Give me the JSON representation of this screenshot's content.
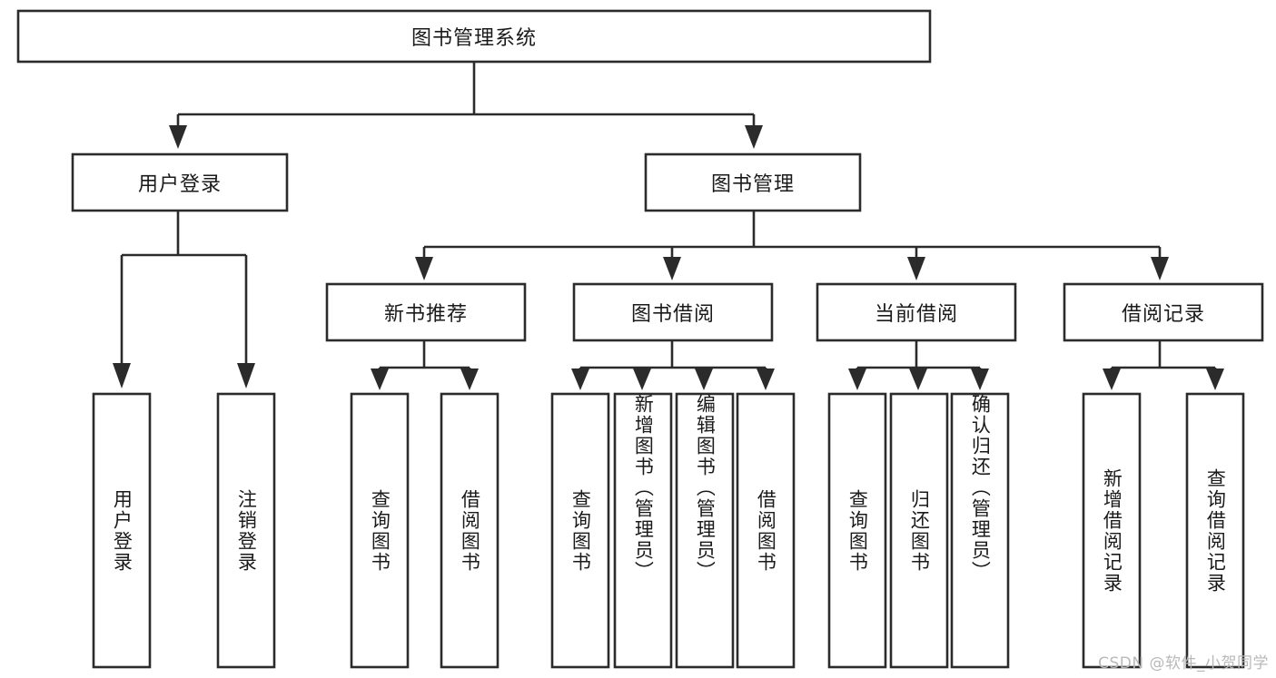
{
  "diagram": {
    "title": "图书管理系统",
    "type": "tree-hierarchy",
    "orientation": "top-down",
    "colors": {
      "box_stroke": "#2b2b2b",
      "box_fill": "#ffffff",
      "connector": "#2b2b2b",
      "text": "#1a1a1a",
      "background": "#ffffff",
      "watermark": "#b9b9b9"
    },
    "root": {
      "label": "图书管理系统",
      "orientation": "horizontal"
    },
    "level2": [
      {
        "label": "用户登录",
        "orientation": "horizontal"
      },
      {
        "label": "图书管理",
        "orientation": "horizontal"
      }
    ],
    "level3": [
      {
        "label": "新书推荐",
        "orientation": "horizontal",
        "parent": "图书管理"
      },
      {
        "label": "图书借阅",
        "orientation": "horizontal",
        "parent": "图书管理"
      },
      {
        "label": "当前借阅",
        "orientation": "horizontal",
        "parent": "图书管理"
      },
      {
        "label": "借阅记录",
        "orientation": "horizontal",
        "parent": "图书管理"
      }
    ],
    "leaves": {
      "用户登录": [
        {
          "label": "用户登录",
          "orientation": "vertical"
        },
        {
          "label": "注销登录",
          "orientation": "vertical"
        }
      ],
      "新书推荐": [
        {
          "label": "查询图书",
          "orientation": "vertical"
        },
        {
          "label": "借阅图书",
          "orientation": "vertical"
        }
      ],
      "图书借阅": [
        {
          "label": "查询图书",
          "orientation": "vertical"
        },
        {
          "label": "新增图书（管理员）",
          "orientation": "vertical"
        },
        {
          "label": "编辑图书（管理员）",
          "orientation": "vertical"
        },
        {
          "label": "借阅图书",
          "orientation": "vertical"
        }
      ],
      "当前借阅": [
        {
          "label": "查询图书",
          "orientation": "vertical"
        },
        {
          "label": "归还图书",
          "orientation": "vertical"
        },
        {
          "label": "确认归还（管理员）",
          "orientation": "vertical"
        }
      ],
      "借阅记录": [
        {
          "label": "新增借阅记录",
          "orientation": "vertical"
        },
        {
          "label": "查询借阅记录",
          "orientation": "vertical"
        }
      ]
    }
  },
  "labels": {
    "root_title": "图书管理系统",
    "n_user_login": "用户登录",
    "n_book_manage": "图书管理",
    "n_new_book_rec": "新书推荐",
    "n_book_borrow": "图书借阅",
    "n_current_borrow": "当前借阅",
    "n_borrow_record": "借阅记录",
    "leaf_user_login": "用户登录",
    "leaf_logout": "注销登录",
    "leaf_query_book_a": "查询图书",
    "leaf_borrow_book_a": "借阅图书",
    "leaf_query_book_b": "查询图书",
    "leaf_add_book_admin": "新增图书（管理员）",
    "leaf_edit_book_admin": "编辑图书（管理员）",
    "leaf_borrow_book_b": "借阅图书",
    "leaf_query_book_c": "查询图书",
    "leaf_return_book": "归还图书",
    "leaf_confirm_return_admin": "确认归还（管理员）",
    "leaf_add_borrow_record": "新增借阅记录",
    "leaf_query_borrow_record": "查询借阅记录"
  },
  "watermark": {
    "text": "CSDN @软件_小贺同学"
  }
}
